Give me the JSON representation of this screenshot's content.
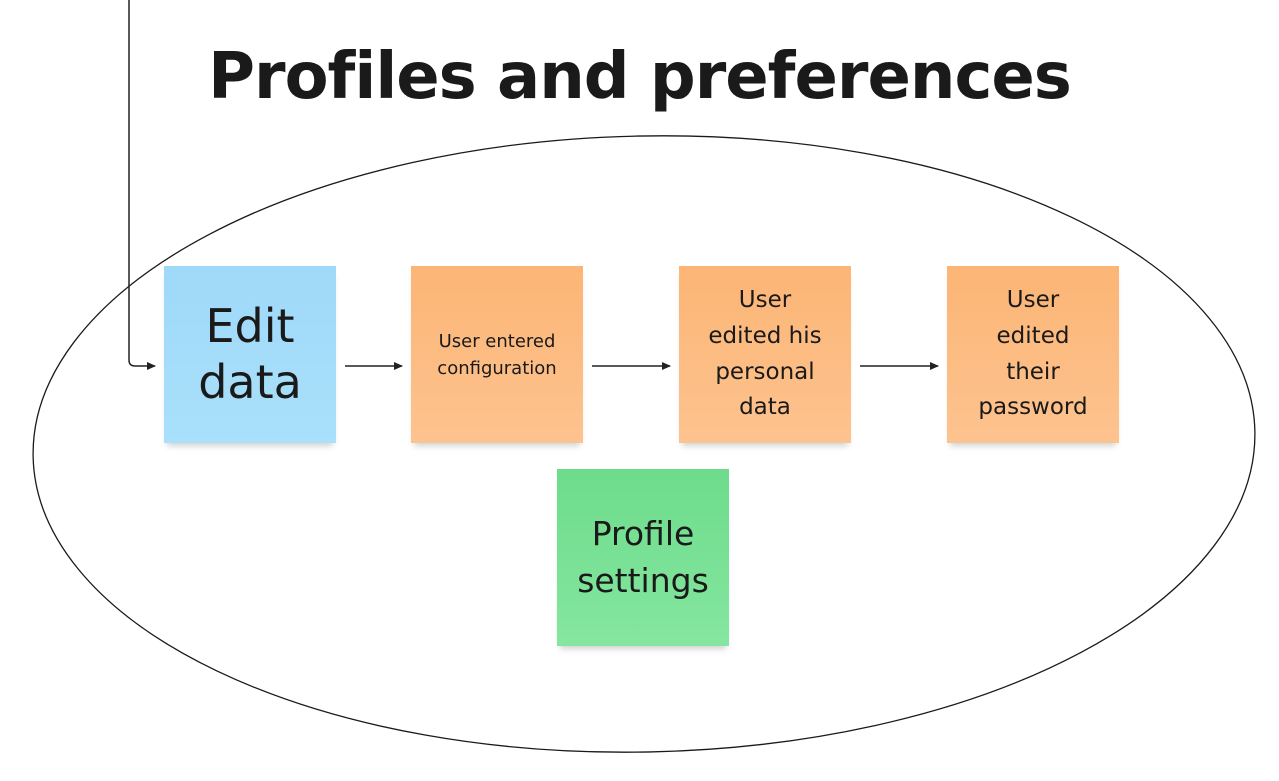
{
  "title": "Profiles and preferences",
  "stickies": {
    "edit_data": "Edit\ndata",
    "user_entered_configuration": "User entered\nconfiguration",
    "user_edited_personal_data": "User\nedited his\npersonal\ndata",
    "user_edited_password": "User\nedited\ntheir\npassword",
    "profile_settings": "Profile\nsettings"
  },
  "colors": {
    "blue_sticky": "#a4dcfa",
    "orange_sticky": "#fdbb82",
    "green_sticky": "#77e195",
    "line": "#222222"
  }
}
